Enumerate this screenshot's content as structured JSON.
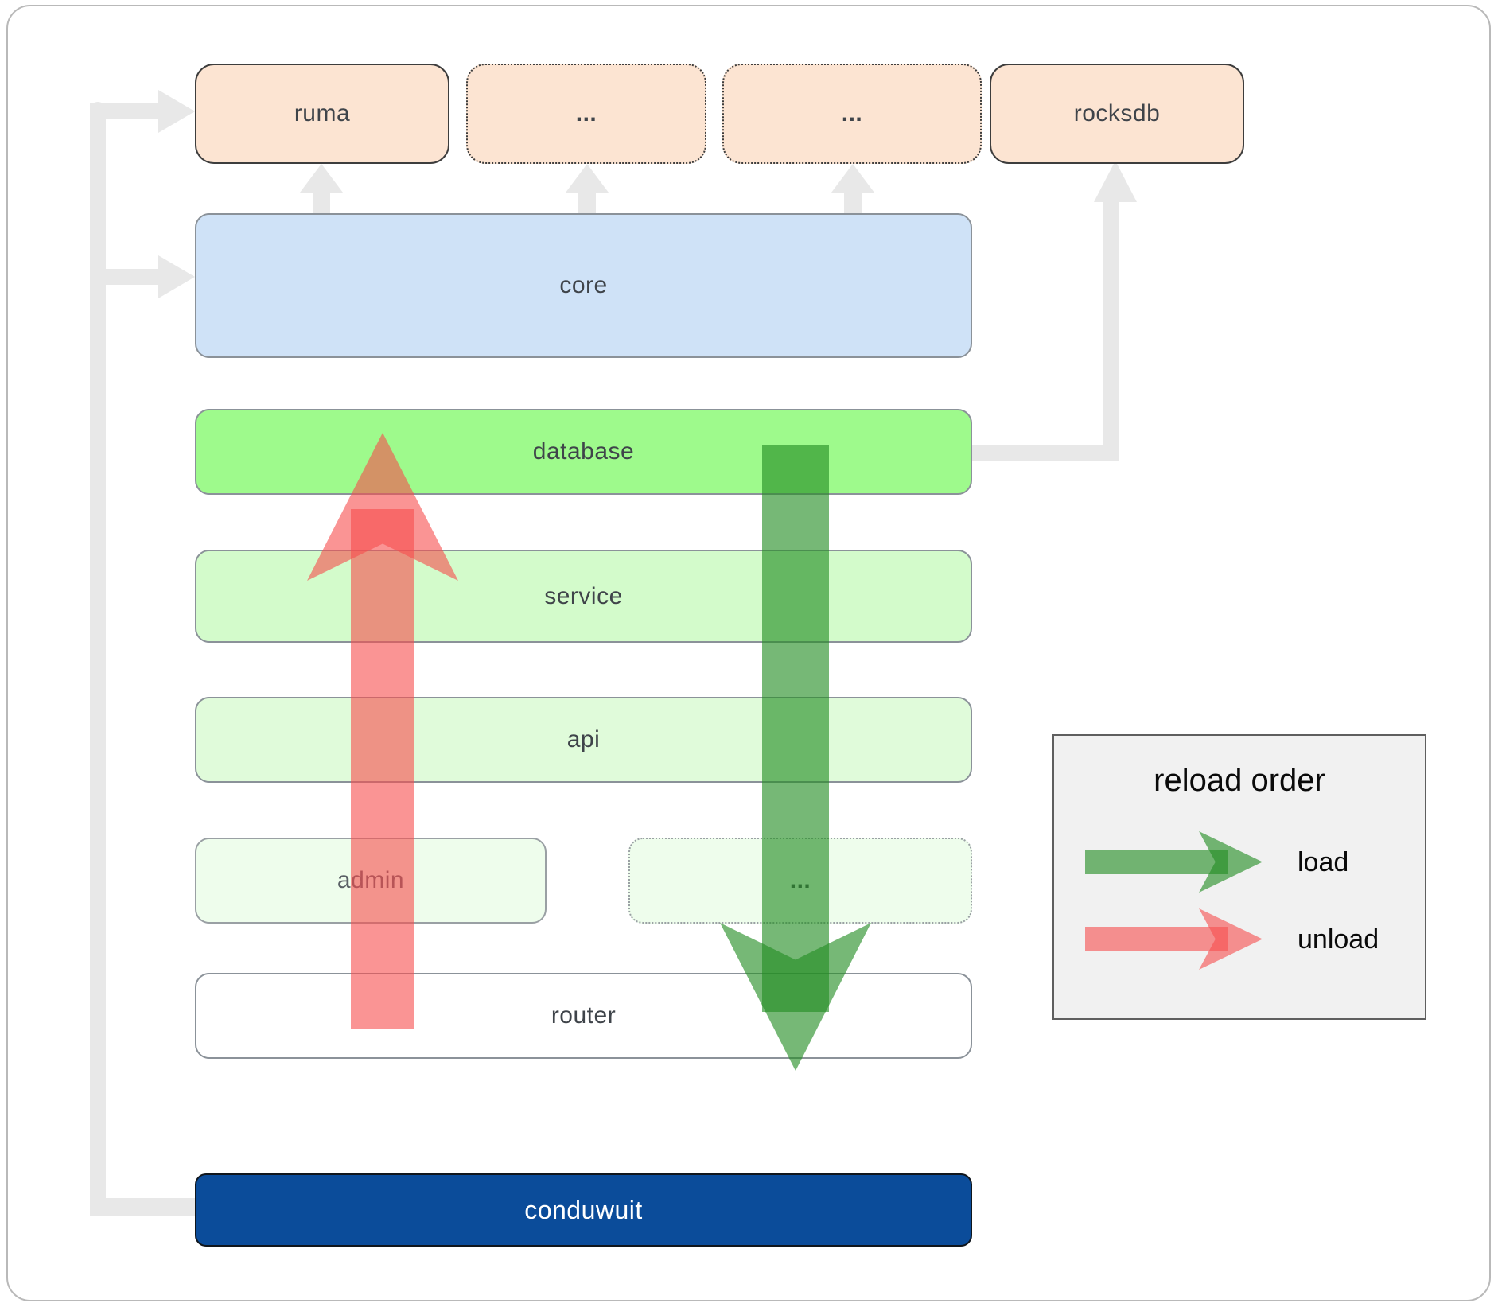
{
  "nodes": {
    "ruma": "ruma",
    "ext_top_1": "...",
    "ext_top_2": "...",
    "rocksdb": "rocksdb",
    "core": "core",
    "database": "database",
    "service": "service",
    "api": "api",
    "admin": "admin",
    "ext_mid": "...",
    "router": "router",
    "conduwuit": "conduwuit"
  },
  "legend": {
    "title": "reload order",
    "load_label": "load",
    "unload_label": "unload"
  },
  "colors": {
    "canvas_bg": "#ffffff",
    "frame_border": "#b9b9b9",
    "peach_fill": "#fce4d2",
    "dark_node_border": "#3d3d3d",
    "gray_node_border": "#8b9299",
    "light_node_border": "#9aa0a4",
    "core_fill": "#cfe2f7",
    "database_fill": "#9efa8c",
    "service_fill": "#d3fbcb",
    "api_fill": "#e0fbda",
    "admin_fill": "#eefdec",
    "router_fill": "#ffffff",
    "conduwuit_fill": "#0b4c9a",
    "label_color": "#3f444a",
    "connector_gray": "#e8e8e8",
    "legend_bg": "#f1f1f1",
    "legend_border": "#5f5f5f",
    "load_arrow": "rgba(34,140,34,0.62)",
    "unload_arrow": "rgba(246,77,77,0.6)"
  }
}
